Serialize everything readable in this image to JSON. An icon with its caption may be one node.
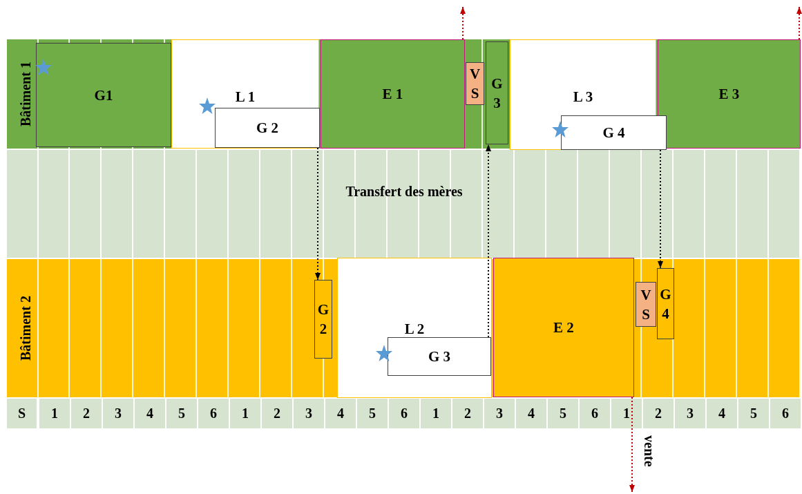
{
  "diagram": {
    "nodes": [
      {
        "text": [
          "G1"
        ]
      },
      {
        "text": [
          "L 1"
        ]
      },
      {
        "text": [
          "G 2"
        ],
        "in": 1
      },
      {
        "text": [
          "E 1"
        ]
      },
      {
        "text": [
          "V S"
        ]
      },
      {
        "text": [
          "G 3"
        ]
      },
      {
        "text": [
          "L 3"
        ]
      },
      {
        "text": [
          "G 4"
        ]
      },
      {
        "text": [
          "E 3"
        ]
      },
      {
        "text": [
          "G 2"
        ]
      },
      {
        "text": [
          "L 2"
        ]
      },
      {
        "text": [
          "G 3"
        ],
        "in": 10
      },
      {
        "text": [
          "E 2"
        ]
      },
      {
        "text": [
          "V S"
        ]
      },
      {
        "text": [
          "G 4"
        ]
      }
    ],
    "edges": [
      {
        "from": 2,
        "to": 9,
        "arrow": "to",
        "style": "dashed"
      },
      {
        "from": 11,
        "to": 5,
        "arrow": "to",
        "style": "dashed"
      },
      {
        "from": 7,
        "to": 14,
        "arrow": "to",
        "style": "dashed"
      },
      {
        "from": 3,
        "to": null,
        "arrow": "to",
        "style": "dashed",
        "color": "#c00000"
      },
      {
        "from": 12,
        "to": null,
        "arrow": "to",
        "style": "dashed",
        "color": "#c00000",
        "label": "vente"
      },
      {
        "from": 8,
        "to": null,
        "arrow": "to",
        "style": "dashed",
        "color": "#c00000"
      }
    ],
    "labels": [
      "Bâtiment 1",
      "Transfert des mères",
      "Bâtiment 2",
      "S",
      "1",
      "2",
      "3",
      "4",
      "5",
      "6",
      "1",
      "2",
      "3",
      "4",
      "5",
      "6",
      "1",
      "2",
      "3",
      "4",
      "5",
      "6",
      "1",
      "2",
      "3",
      "4",
      "5",
      "6"
    ]
  }
}
